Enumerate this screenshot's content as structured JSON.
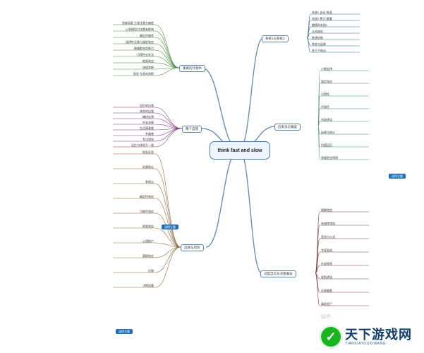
{
  "center": {
    "label": "think fast and slow"
  },
  "branches": {
    "left_top": "重要的计划中",
    "left_mid": "两个自我",
    "left_lower": "选择与风险",
    "left_bottom_right_tag": "选择主题",
    "right_top": "系统1与系统2",
    "right_mid": "启发法与偏差",
    "right_lower": "过度自信与决策偏误",
    "right_bottom_tag": "选择主题",
    "right_top_tag": "选择主题"
  },
  "watermark": {
    "knowhow": "知乎",
    "brand_cn": "天下游戏网",
    "brand_en": "TIANXIAYOUXIWANG",
    "icon": "tianxia-logo"
  },
  "nodes": {
    "left_top": [
      "思维局限 主观注意力偏差",
      "心智模型对决策有影响",
      "确定性偏差",
      "选择性注意与锚定效应",
      "情绪影响判断力",
      "可得性启发法",
      "框架效应",
      "快速判断",
      "直觉 专家的判断"
    ],
    "left_mid": [
      "回忆的自我",
      "体验的自我",
      "峰终定律",
      "时长忽视",
      "生活满意度",
      "幸福感",
      "专注错觉",
      "记忆与体验不一致"
    ],
    "left_lower": [
      "损失厌恶",
      "前景理论",
      "参照点",
      "确定性效应",
      "可能性效应",
      "框架效应",
      "心理账户",
      "禀赋效应",
      "后悔",
      "决策权重"
    ],
    "right_top": [
      "系统1 自动 快速",
      "系统2 费力 缓慢",
      "懒惰的系统2",
      "认知放松",
      "联想机制",
      "常态与因果",
      "急于下结论"
    ],
    "right_mid": [
      "小数定律",
      "锚定效应",
      "可得性",
      "代表性",
      "合取谬误",
      "因果与统计",
      "均值回归",
      "驯服直觉预测"
    ],
    "right_lower": [
      "理解错觉",
      "有效性错觉",
      "直觉与公式",
      "专家直觉",
      "外部视角",
      "规划谬误",
      "乐观偏差",
      "事前验尸"
    ]
  }
}
